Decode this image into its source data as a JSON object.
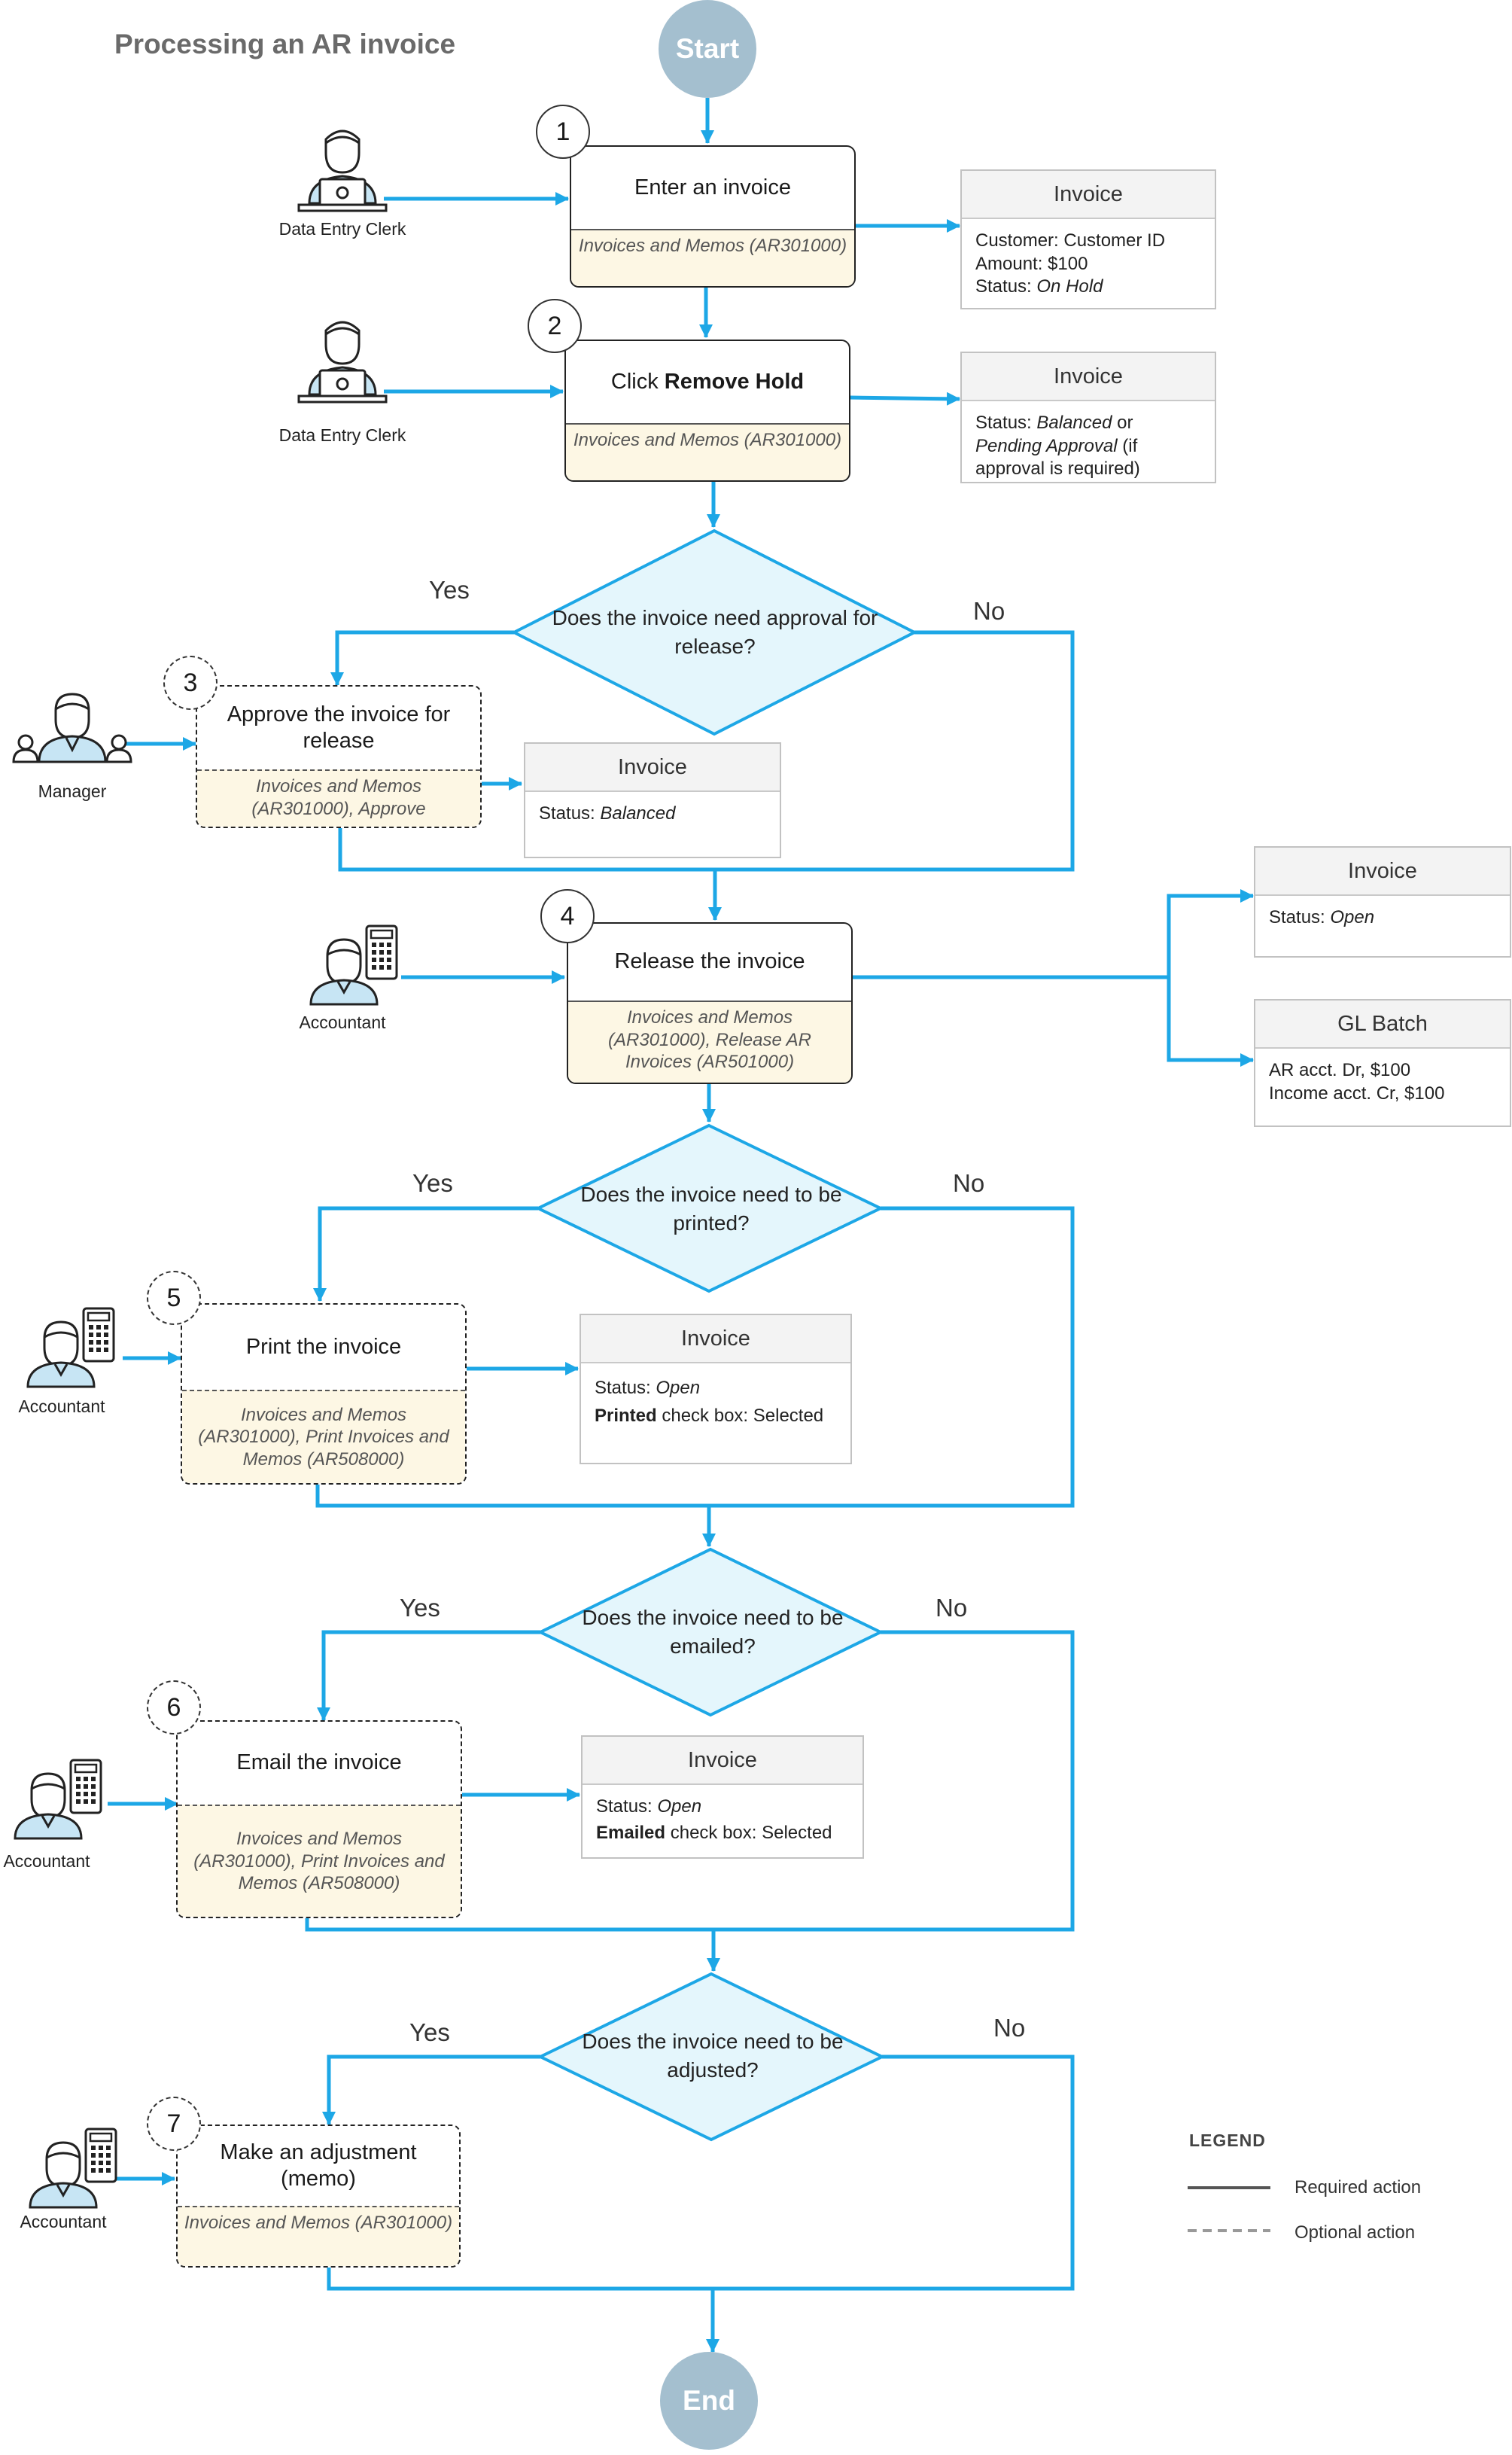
{
  "title": "Processing an AR invoice",
  "start_label": "Start",
  "end_label": "End",
  "steps": [
    {
      "num": "1",
      "main": "Enter an invoice",
      "form": "Invoices and Memos (AR301000)"
    },
    {
      "num": "2",
      "main_prefix": "Click ",
      "main_bold": "Remove Hold",
      "form": "Invoices and Memos (AR301000)"
    },
    {
      "num": "3",
      "main": "Approve the invoice for release",
      "form": "Invoices and Memos (AR301000), Approve"
    },
    {
      "num": "4",
      "main": "Release the invoice",
      "form": "Invoices and Memos (AR301000), Release AR Invoices (AR501000)"
    },
    {
      "num": "5",
      "main": "Print the invoice",
      "form": "Invoices and Memos (AR301000), Print Invoices and Memos (AR508000)"
    },
    {
      "num": "6",
      "main": "Email the invoice",
      "form": "Invoices and Memos (AR301000), Print Invoices and Memos (AR508000)"
    },
    {
      "num": "7",
      "main": "Make an adjustment (memo)",
      "form": "Invoices and Memos (AR301000)"
    }
  ],
  "decisions": [
    {
      "text": "Does the invoice need approval for release?",
      "yes": "Yes",
      "no": "No"
    },
    {
      "text": "Does the invoice need to be printed?",
      "yes": "Yes",
      "no": "No"
    },
    {
      "text": "Does the invoice need to be emailed?",
      "yes": "Yes",
      "no": "No"
    },
    {
      "text": "Does the invoice need to be adjusted?",
      "yes": "Yes",
      "no": "No"
    }
  ],
  "actors": {
    "a1": "Data Entry Clerk",
    "a2": "Data Entry Clerk",
    "a3": "Manager",
    "a4": "Accountant",
    "a5": "Accountant",
    "a6": "Accountant",
    "a7": "Accountant"
  },
  "cards": {
    "c1": {
      "title": "Invoice",
      "l1": "Customer: Customer ID",
      "l2": "Amount: $100",
      "l3_label": "Status: ",
      "l3_value": "On Hold"
    },
    "c2": {
      "title": "Invoice",
      "l1_label": "Status: ",
      "l1_value": "Balanced",
      "l1_suffix": " or",
      "l2_value": "Pending Approval",
      "l2_suffix": " (if",
      "l3": "approval is required)"
    },
    "c3": {
      "title": "Invoice",
      "l1_label": "Status: ",
      "l1_value": "Balanced"
    },
    "c4": {
      "title": "Invoice",
      "l1_label": "Status: ",
      "l1_value": "Open"
    },
    "c5": {
      "title": "GL Batch",
      "l1": "AR acct. Dr, $100",
      "l2": "Income acct. Cr, $100"
    },
    "c6": {
      "title": "Invoice",
      "l1_label": "Status: ",
      "l1_value": "Open",
      "l2_bold": "Printed",
      "l2_rest": " check box: Selected"
    },
    "c7": {
      "title": "Invoice",
      "l1_label": "Status: ",
      "l1_value": "Open",
      "l2_bold": "Emailed",
      "l2_rest": " check box: Selected"
    }
  },
  "legend": {
    "title": "LEGEND",
    "required": "Required action",
    "optional": "Optional action"
  },
  "colors": {
    "connector": "#1da7e6",
    "decision_fill": "#e4f6fc",
    "terminal": "#a4bfcf",
    "form_fill": "#fdf7e4",
    "actor_fill": "#c7e5f4"
  },
  "icons": {
    "clerk": "person-with-laptop-icon",
    "manager": "manager-with-people-icon",
    "accountant": "person-with-calculator-icon"
  }
}
